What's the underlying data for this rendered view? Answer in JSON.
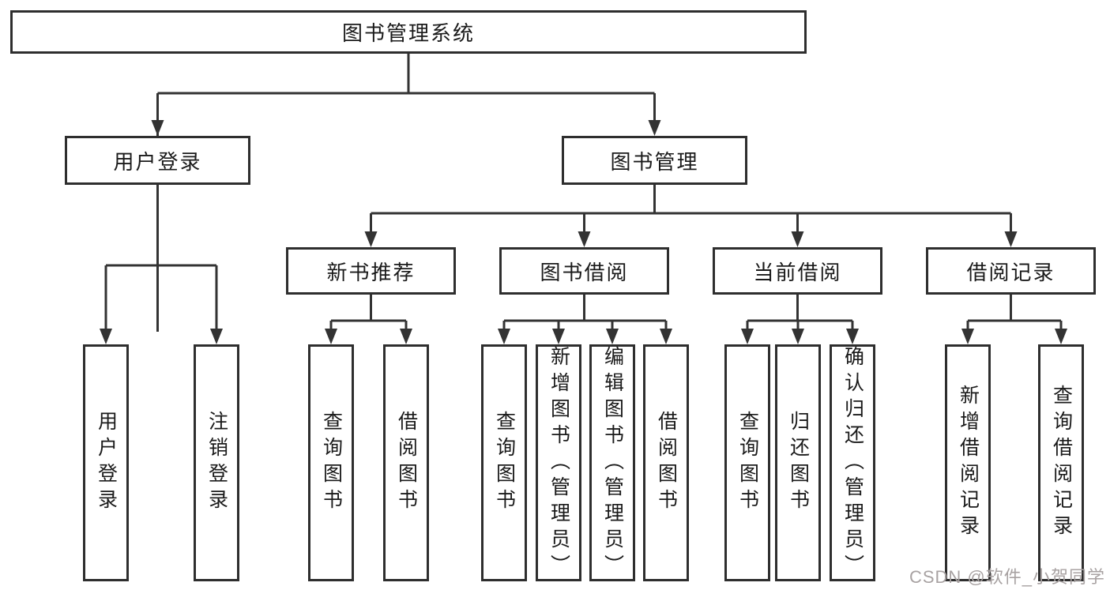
{
  "watermark": "CSDN @软件_小贺同学",
  "tree": {
    "root": "图书管理系统",
    "branches": [
      {
        "label": "用户登录",
        "children": [
          "用户登录",
          "注销登录"
        ]
      },
      {
        "label": "图书管理",
        "sections": [
          {
            "label": "新书推荐",
            "children": [
              "查询图书",
              "借阅图书"
            ]
          },
          {
            "label": "图书借阅",
            "children": [
              "查询图书",
              "新增图书（管理员）",
              "编辑图书（管理员）",
              "借阅图书"
            ]
          },
          {
            "label": "当前借阅",
            "children": [
              "查询图书",
              "归还图书",
              "确认归还（管理员）"
            ]
          },
          {
            "label": "借阅记录",
            "children": [
              "新增借阅记录",
              "查询借阅记录"
            ]
          }
        ]
      }
    ]
  },
  "colors": {
    "line": "#333333",
    "box_border": "#2e2e2e",
    "text": "#1a1a1a",
    "watermark": "#a8a2a2"
  }
}
